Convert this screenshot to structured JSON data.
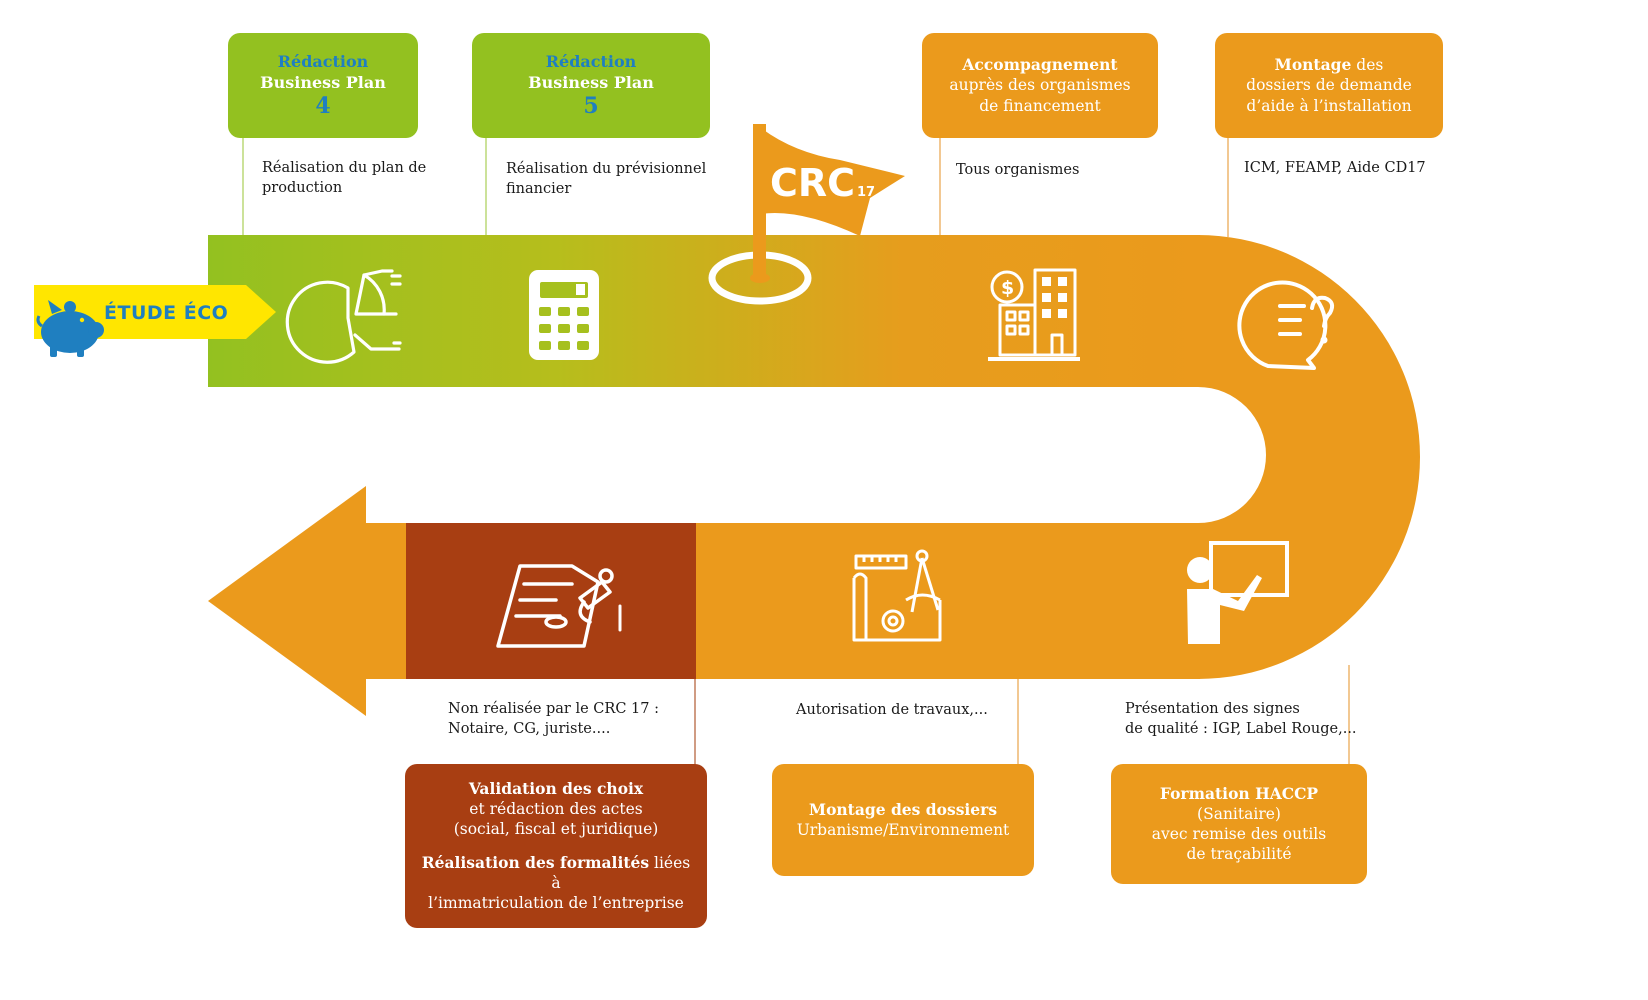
{
  "start_label": "ÉTUDE ÉCO",
  "flag": {
    "text": "CRC",
    "subscript": "17"
  },
  "top_boxes": [
    {
      "line1": "Rédaction",
      "line2": "Business Plan",
      "number": "4",
      "note_lines": [
        "Réalisation du plan de",
        "production"
      ]
    },
    {
      "line1": "Rédaction",
      "line2": "Business Plan",
      "number": "5",
      "note_lines": [
        "Réalisation du prévisionnel",
        "financier"
      ]
    }
  ],
  "accompagnement": {
    "title": "Accompagnement",
    "lines": [
      "auprès des organismes",
      "de financement"
    ],
    "note": "Tous organismes"
  },
  "montage_aide": {
    "title": "Montage",
    "title_rest": " des",
    "lines": [
      "dossiers de demande",
      "d’aide à l’installation"
    ],
    "note": "ICM, FEAMP, Aide CD17"
  },
  "validation": {
    "title": "Validation des choix",
    "lines": [
      "et rédaction des actes",
      "(social, fiscal et juridique)"
    ],
    "title2": "Réalisation des formalités",
    "title2_rest": " liées à",
    "line_last": "l’immatriculation de l’entreprise",
    "note_lines": [
      "Non réalisée par le CRC 17 :",
      "Notaire, CG, juriste...."
    ]
  },
  "montage_urba": {
    "title": "Montage des dossiers",
    "line": "Urbanisme/Environnement",
    "note": "Autorisation de travaux,..."
  },
  "haccp": {
    "title": "Formation HACCP",
    "lines": [
      "(Sanitaire)",
      "avec remise des outils",
      "de traçabilité"
    ],
    "note_lines": [
      "Présentation des signes",
      "de qualité : IGP, Label Rouge,..."
    ]
  },
  "icons": [
    "piggy-bank-icon",
    "pie-chart-icon",
    "calculator-icon",
    "target-icon",
    "flag-icon",
    "bank-buildings-icon",
    "question-bubble-icon",
    "teacher-board-icon",
    "blueprint-tools-icon",
    "stamp-document-icon"
  ],
  "colors": {
    "green": "#93c120",
    "orange": "#eb9a1c",
    "brown": "#a83e12",
    "yellow": "#ffe600",
    "blue": "#1f7fc0"
  }
}
